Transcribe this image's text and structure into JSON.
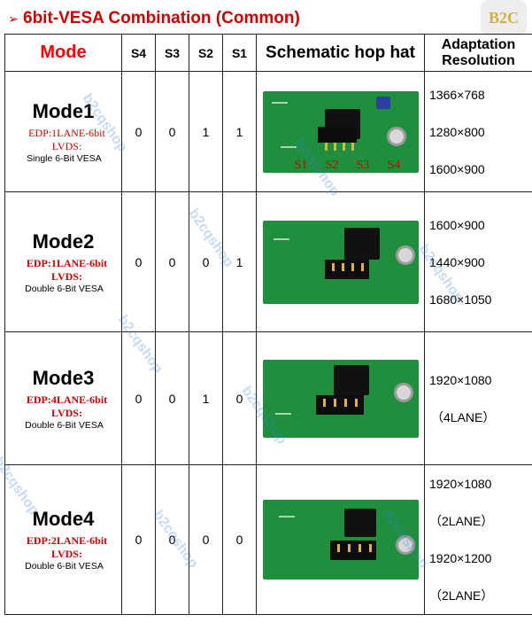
{
  "heading": {
    "arrow": "➢",
    "title": "6bit-VESA Combination (Common)"
  },
  "logo": {
    "text": "B2C"
  },
  "headers": {
    "mode": "Mode",
    "s4": "S4",
    "s3": "S3",
    "s2": "S2",
    "s1": "S1",
    "schematic": "Schematic hop hat",
    "adaptation_line1": "Adaptation",
    "adaptation_line2": "Resolution"
  },
  "rows": [
    {
      "mode": "Mode1",
      "edp_label": "EDP:",
      "edp_value": "1LANE-6bit",
      "lvds_label": "LVDS:",
      "lvds_value": "Single 6-Bit VESA",
      "s4": "0",
      "s3": "0",
      "s2": "1",
      "s1": "1",
      "resolutions": [
        "1366×768",
        "1280×800",
        "1600×900"
      ],
      "jumper_labels": [
        "S1",
        "S2",
        "S3",
        "S4"
      ]
    },
    {
      "mode": "Mode2",
      "edp_label": "EDP:",
      "edp_value": "1LANE-6bit",
      "lvds_label": "LVDS:",
      "lvds_value": "Double 6-Bit VESA",
      "s4": "0",
      "s3": "0",
      "s2": "0",
      "s1": "1",
      "resolutions": [
        "1600×900",
        "1440×900",
        "1680×1050"
      ]
    },
    {
      "mode": "Mode3",
      "edp_label": "EDP:",
      "edp_value": "4LANE-6bit",
      "lvds_label": "LVDS:",
      "lvds_value": "Double 6-Bit VESA",
      "s4": "0",
      "s3": "0",
      "s2": "1",
      "s1": "0",
      "resolutions": [
        "1920×1080",
        "（4LANE）"
      ]
    },
    {
      "mode": "Mode4",
      "edp_label": "EDP:",
      "edp_value": "2LANE-6bit",
      "lvds_label": "LVDS:",
      "lvds_value": "Double 6-Bit VESA",
      "s4": "0",
      "s3": "0",
      "s2": "0",
      "s1": "0",
      "resolutions": [
        "1920×1080",
        "（2LANE）",
        "1920×1200",
        "（2LANE）"
      ]
    }
  ],
  "watermark": "b2cqshop",
  "colors": {
    "accent_red": "#cc0000",
    "pcb_green": "#1f8f3d",
    "watermark_blue": "#3d7fd8"
  }
}
